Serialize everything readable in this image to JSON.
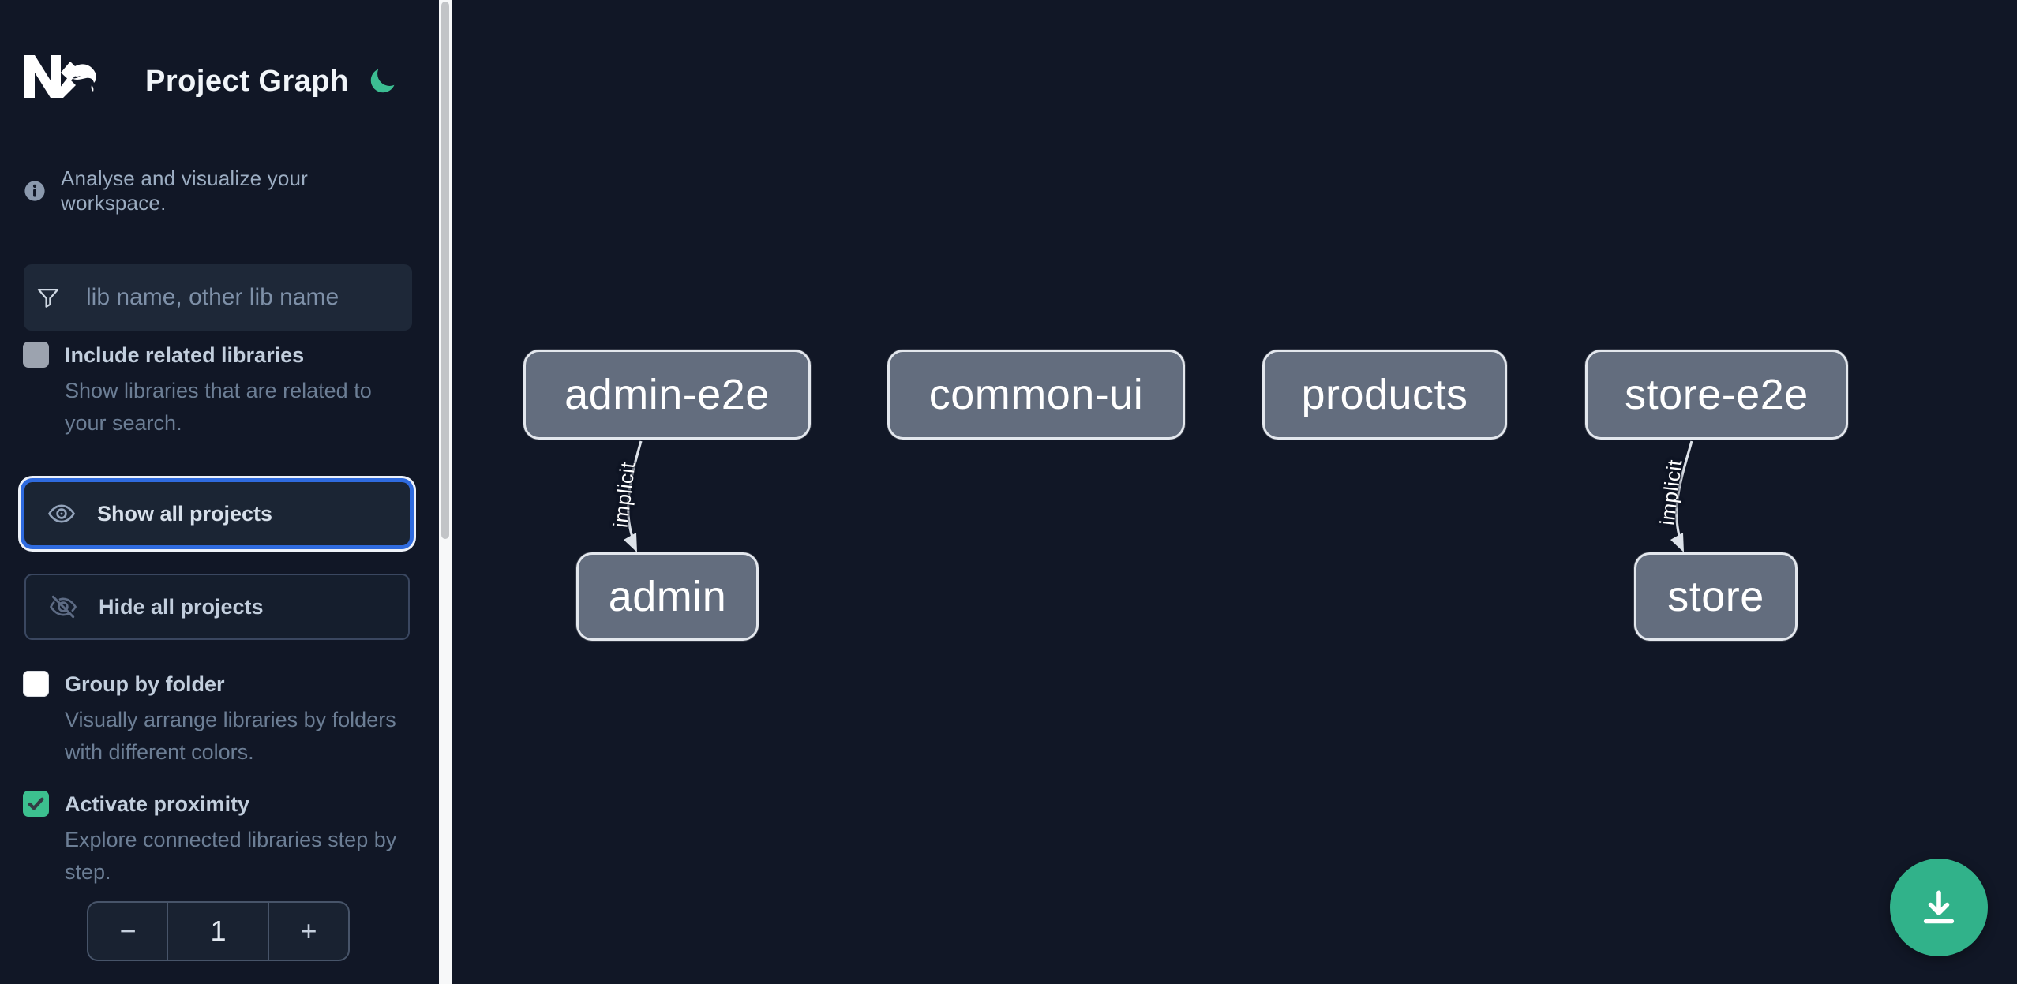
{
  "header": {
    "logo": "Nx",
    "title": "Project Graph",
    "theme_icon": "moon"
  },
  "sidebar": {
    "tagline": "Analyse and visualize your workspace.",
    "search": {
      "placeholder": "lib name, other lib name",
      "value": ""
    },
    "options": [
      {
        "id": "include-related",
        "label": "Include related libraries",
        "description": "Show libraries that are related to your search.",
        "checked": false,
        "disabled": true
      },
      {
        "id": "group-by-folder",
        "label": "Group by folder",
        "description": "Visually arrange libraries by folders with different colors.",
        "checked": false,
        "disabled": false
      },
      {
        "id": "activate-proximity",
        "label": "Activate proximity",
        "description": "Explore connected libraries step by step.",
        "checked": true,
        "disabled": false
      }
    ],
    "buttons": {
      "show_all": {
        "label": "Show all projects",
        "focused": true
      },
      "hide_all": {
        "label": "Hide all projects",
        "focused": false
      }
    },
    "proximity_stepper": {
      "decrement": "−",
      "value": "1",
      "increment": "+"
    }
  },
  "graph": {
    "nodes": [
      {
        "id": "admin-e2e",
        "label": "admin-e2e"
      },
      {
        "id": "common-ui",
        "label": "common-ui"
      },
      {
        "id": "products",
        "label": "products"
      },
      {
        "id": "store-e2e",
        "label": "store-e2e"
      },
      {
        "id": "admin",
        "label": "admin"
      },
      {
        "id": "store",
        "label": "store"
      }
    ],
    "edges": [
      {
        "source": "admin-e2e",
        "target": "admin",
        "label": "implicit"
      },
      {
        "source": "store-e2e",
        "target": "store",
        "label": "implicit"
      }
    ]
  },
  "fab": {
    "icon": "download-icon"
  },
  "colors": {
    "background": "#111726",
    "accent_green": "#31b28a",
    "moon_green": "#3cbd92",
    "checkbox_green": "#3cc08f",
    "focus_blue": "#2f6bdf",
    "node_fill": "#636d7e",
    "node_border": "#e3e7ed",
    "node_text": "#ffffff",
    "label_text": "#c2cedd",
    "description_text": "#6c7e95",
    "scrollbar_track": "#f7f8f9",
    "scrollbar_thumb": "#c2c4c7"
  }
}
